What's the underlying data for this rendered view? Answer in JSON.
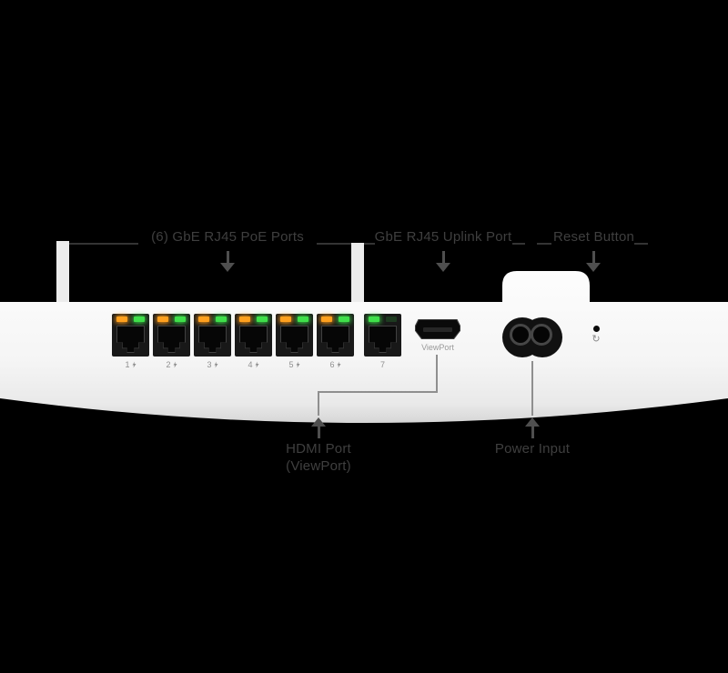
{
  "scene": {
    "background_color": "#000000",
    "annotations": {
      "poe_ports": "(6) GbE RJ45 PoE Ports",
      "uplink_port": "GbE RJ45 Uplink Port",
      "reset_button": "Reset Button",
      "hdmi_line1": "HDMI Port",
      "hdmi_line2": "(ViewPort)",
      "power_input": "Power Input",
      "label_color": "#3f3f3f",
      "arrow_color": "#4f4f4f",
      "leader_color": "#8f8f8f"
    },
    "device": {
      "body_color": "#f6f6f6",
      "hdmi_print": "ViewPort",
      "led_legend": {
        "poe_activity_orange": "#ffa01e",
        "link_green": "#3fe04a"
      },
      "ports": [
        {
          "number": "1",
          "poe": true,
          "led_left": "#ffa01e",
          "led_right": "#3fe04a"
        },
        {
          "number": "2",
          "poe": true,
          "led_left": "#ffa01e",
          "led_right": "#3fe04a"
        },
        {
          "number": "3",
          "poe": true,
          "led_left": "#ffa01e",
          "led_right": "#3fe04a"
        },
        {
          "number": "4",
          "poe": true,
          "led_left": "#ffa01e",
          "led_right": "#3fe04a"
        },
        {
          "number": "5",
          "poe": true,
          "led_left": "#ffa01e",
          "led_right": "#3fe04a"
        },
        {
          "number": "6",
          "poe": true,
          "led_left": "#ffa01e",
          "led_right": "#3fe04a"
        },
        {
          "number": "7",
          "poe": false,
          "uplink": true,
          "led_left": "#3fe04a",
          "led_right": "#1d3a20",
          "led_right_glow": false
        }
      ]
    }
  }
}
